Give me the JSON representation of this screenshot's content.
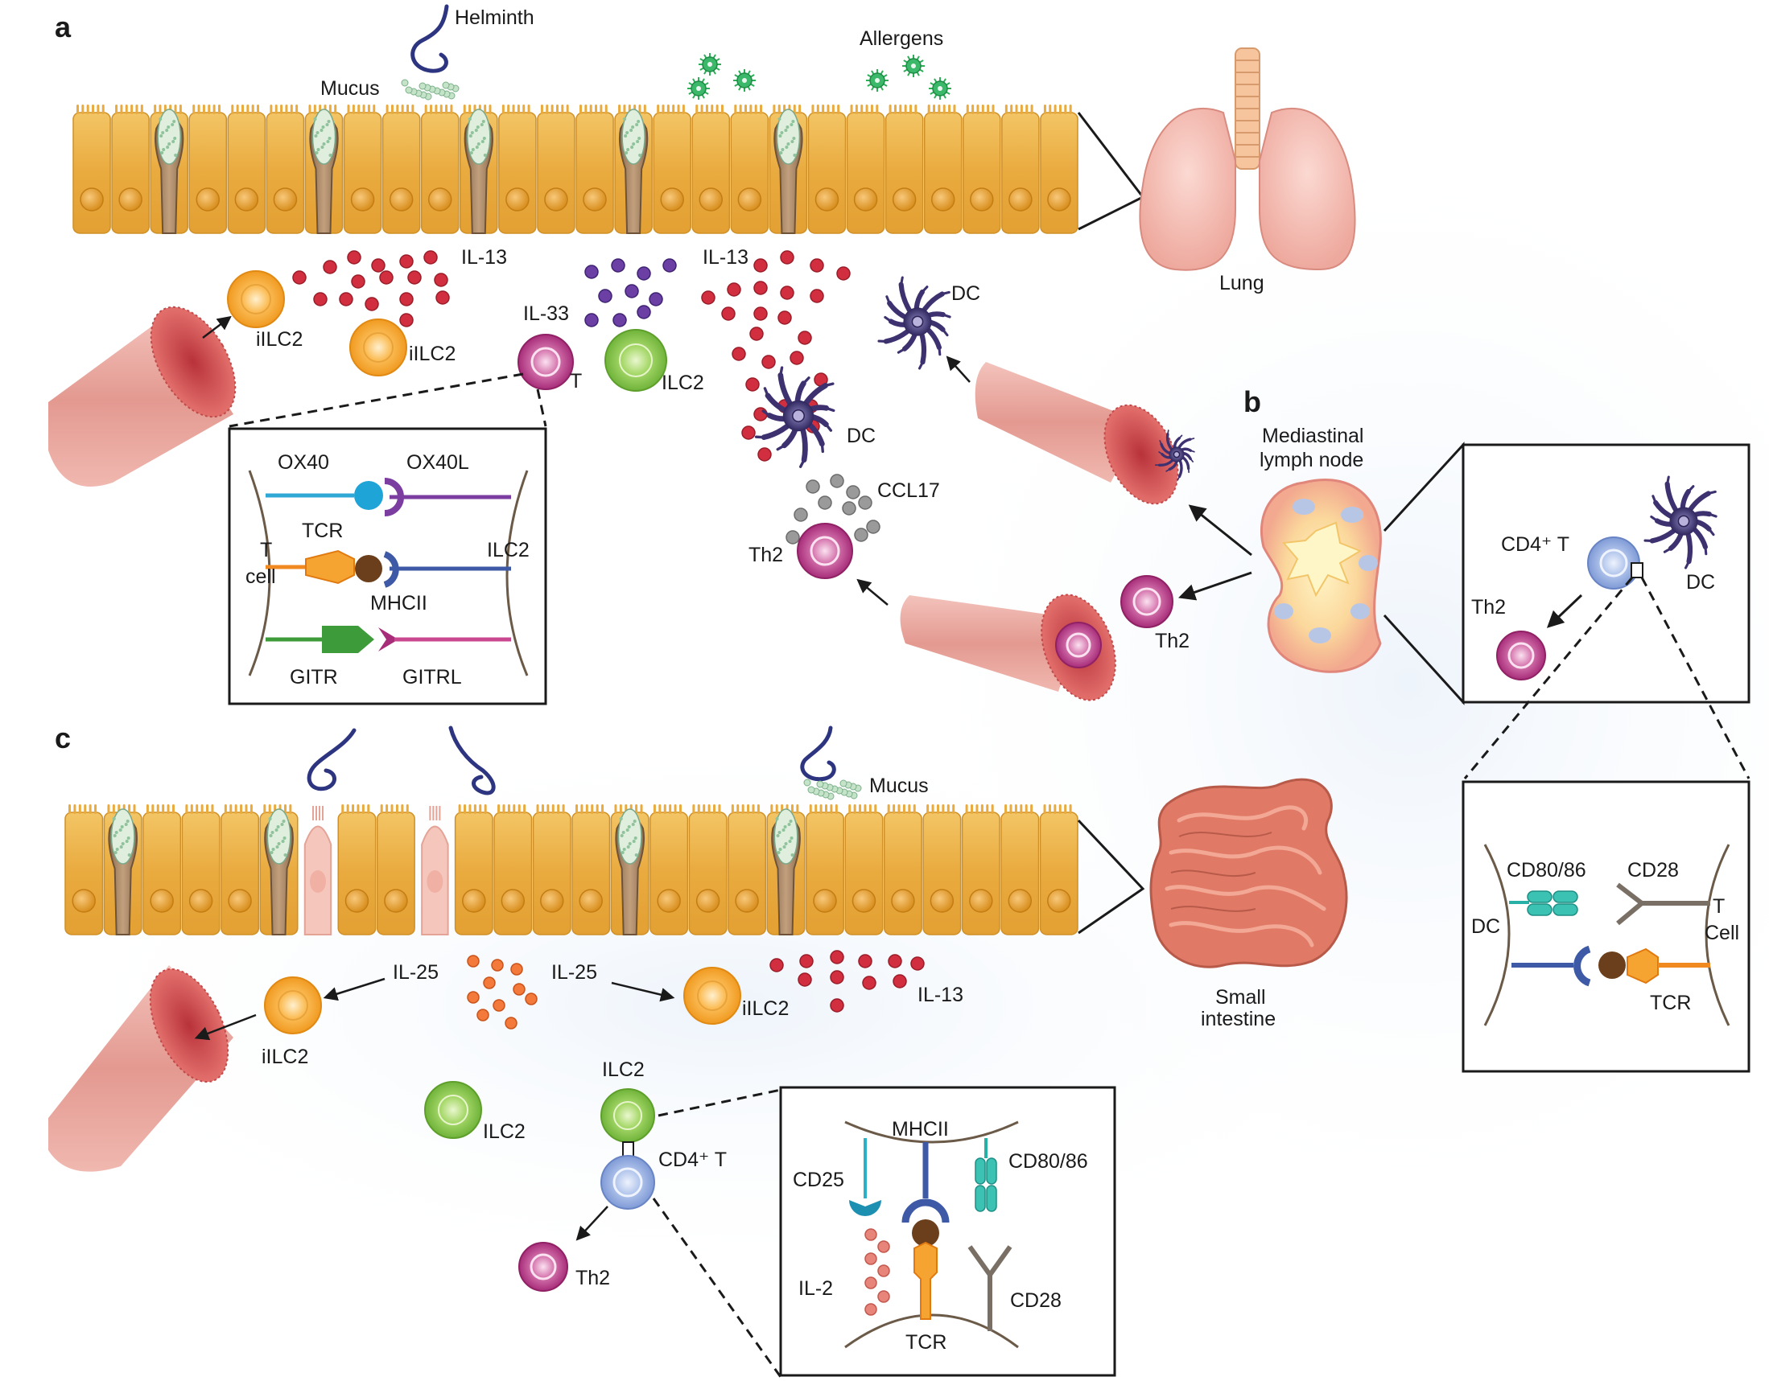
{
  "panels": {
    "a": "a",
    "b": "b",
    "c": "c"
  },
  "colors": {
    "epithelium": "#e7a83e",
    "epithelium_dark": "#c98a22",
    "goblet": "#a88462",
    "il13": "#c62b3a",
    "il33": "#5a3291",
    "il25": "#f2743a",
    "allergen": "#2fae5a",
    "ilc2_green": "#8ccd4e",
    "iilc2_orange": "#f6a431",
    "th2_magenta": "#b03a8a",
    "cd4_blue": "#93aee0",
    "dc_purple": "#3d3170",
    "vessel": "#e4918a"
  },
  "panel_a": {
    "helminth": "Helminth",
    "mucus": "Mucus",
    "allergens": "Allergens",
    "lung": "Lung",
    "il13_left": "IL-13",
    "il13_right": "IL-13",
    "il33": "IL-33",
    "iilc2_1": "iILC2",
    "iilc2_2": "iILC2",
    "t": "T",
    "ilc2": "ILC2",
    "dc_1": "DC",
    "dc_2": "DC",
    "ccl17": "CCL17",
    "th2_1": "Th2",
    "th2_2": "Th2",
    "inset": {
      "ox40": "OX40",
      "ox40l": "OX40L",
      "tcr": "TCR",
      "t_cell_1": "T",
      "t_cell_2": "cell",
      "ilc2": "ILC2",
      "mhcii": "MHCII",
      "gitr": "GITR",
      "gitrl": "GITRL"
    }
  },
  "panel_b": {
    "lymph_node_1": "Mediastinal",
    "lymph_node_2": "lymph node",
    "cd4t": "CD4⁺ T",
    "dc": "DC",
    "th2": "Th2",
    "inset": {
      "cd80_86": "CD80/86",
      "cd28": "CD28",
      "dc": "DC",
      "t": "T",
      "cell": "Cell",
      "tcr": "TCR"
    }
  },
  "panel_c": {
    "mucus": "Mucus",
    "small_intestine_1": "Small",
    "small_intestine_2": "intestine",
    "il25_left": "IL-25",
    "il25_right": "IL-25",
    "il13": "IL-13",
    "iilc2_1": "iILC2",
    "iilc2_2": "iILC2",
    "ilc2_1": "ILC2",
    "ilc2_2": "ILC2",
    "cd4t": "CD4⁺ T",
    "th2": "Th2",
    "inset": {
      "mhcii": "MHCII",
      "cd25": "CD25",
      "cd80_86": "CD80/86",
      "il2": "IL-2",
      "cd28": "CD28",
      "tcr": "TCR"
    }
  }
}
